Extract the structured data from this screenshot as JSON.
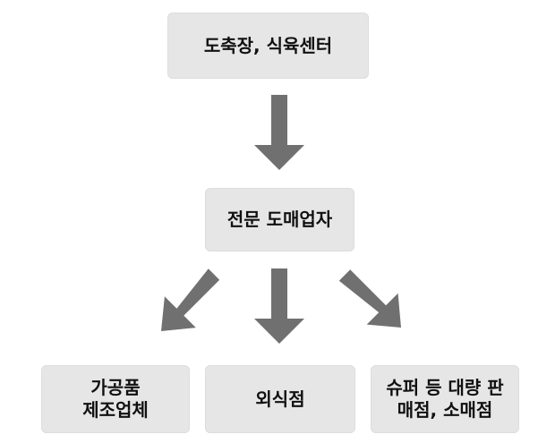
{
  "diagram": {
    "nodes": {
      "top": "도축장, 식육센터",
      "middle": "전문 도매업자",
      "bottom": [
        "가공품\n제조업체",
        "외식점",
        "슈퍼 등 대량 판\n매점, 소매점"
      ]
    },
    "colors": {
      "box": "#e6e6e6",
      "arrow": "#707070",
      "text": "#111111"
    }
  }
}
